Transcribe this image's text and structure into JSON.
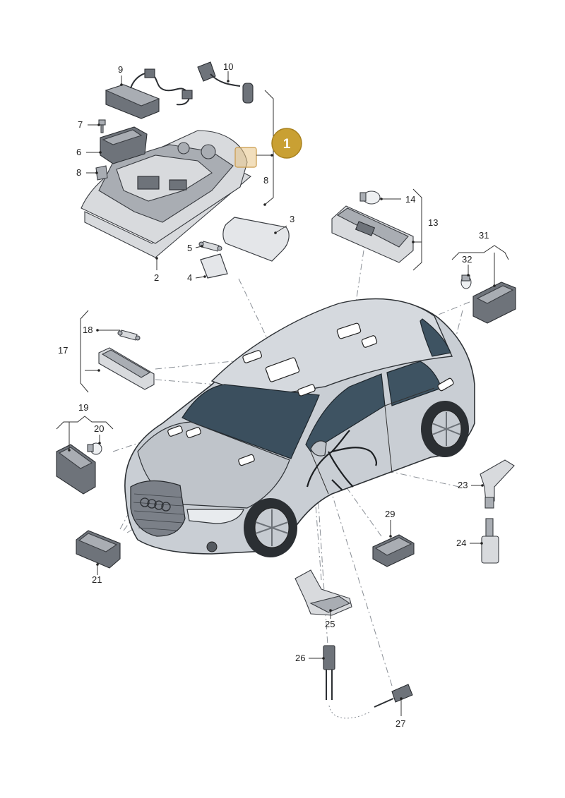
{
  "callout": {
    "number": "1",
    "color": "#c9a033"
  },
  "colors": {
    "car_body": "#c9ced4",
    "glass": "#3b4f5e",
    "part": "#d8dadd",
    "line": "#333333"
  },
  "labels": [
    {
      "id": "label-2",
      "text": "2"
    },
    {
      "id": "label-3",
      "text": "3"
    },
    {
      "id": "label-4",
      "text": "4"
    },
    {
      "id": "label-5",
      "text": "5"
    },
    {
      "id": "label-6",
      "text": "6"
    },
    {
      "id": "label-7",
      "text": "7"
    },
    {
      "id": "label-8",
      "text": "8"
    },
    {
      "id": "label-8b",
      "text": "8"
    },
    {
      "id": "label-9",
      "text": "9"
    },
    {
      "id": "label-10",
      "text": "10"
    },
    {
      "id": "label-13",
      "text": "13"
    },
    {
      "id": "label-14",
      "text": "14"
    },
    {
      "id": "label-17",
      "text": "17"
    },
    {
      "id": "label-18",
      "text": "18"
    },
    {
      "id": "label-19",
      "text": "19"
    },
    {
      "id": "label-20",
      "text": "20"
    },
    {
      "id": "label-21",
      "text": "21"
    },
    {
      "id": "label-23",
      "text": "23"
    },
    {
      "id": "label-24",
      "text": "24"
    },
    {
      "id": "label-25",
      "text": "25"
    },
    {
      "id": "label-26",
      "text": "26"
    },
    {
      "id": "label-27",
      "text": "27"
    },
    {
      "id": "label-29",
      "text": "29"
    },
    {
      "id": "label-31",
      "text": "31"
    },
    {
      "id": "label-32",
      "text": "32"
    }
  ]
}
